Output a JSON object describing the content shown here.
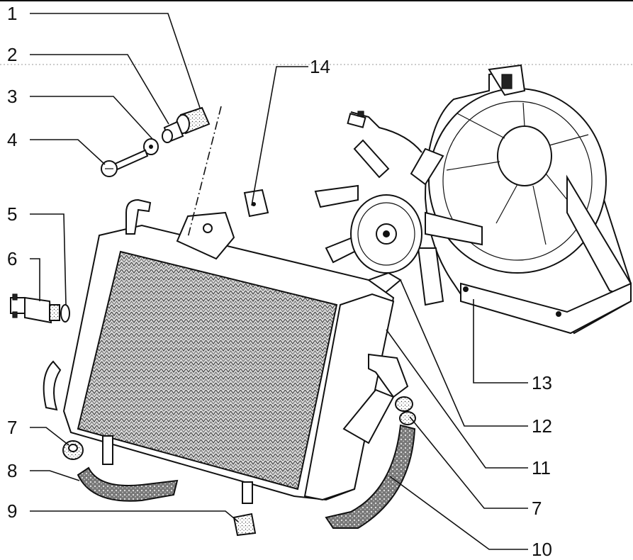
{
  "figure": {
    "labels": [
      {
        "id": "1",
        "text": "1"
      },
      {
        "id": "2",
        "text": "2"
      },
      {
        "id": "3",
        "text": "3"
      },
      {
        "id": "4",
        "text": "4"
      },
      {
        "id": "5",
        "text": "5"
      },
      {
        "id": "6",
        "text": "6"
      },
      {
        "id": "7a",
        "text": "7"
      },
      {
        "id": "8",
        "text": "8"
      },
      {
        "id": "9",
        "text": "9"
      },
      {
        "id": "14",
        "text": "14"
      },
      {
        "id": "13",
        "text": "13"
      },
      {
        "id": "12",
        "text": "12"
      },
      {
        "id": "11",
        "text": "11"
      },
      {
        "id": "7b",
        "text": "7"
      },
      {
        "id": "10",
        "text": "10"
      }
    ]
  }
}
